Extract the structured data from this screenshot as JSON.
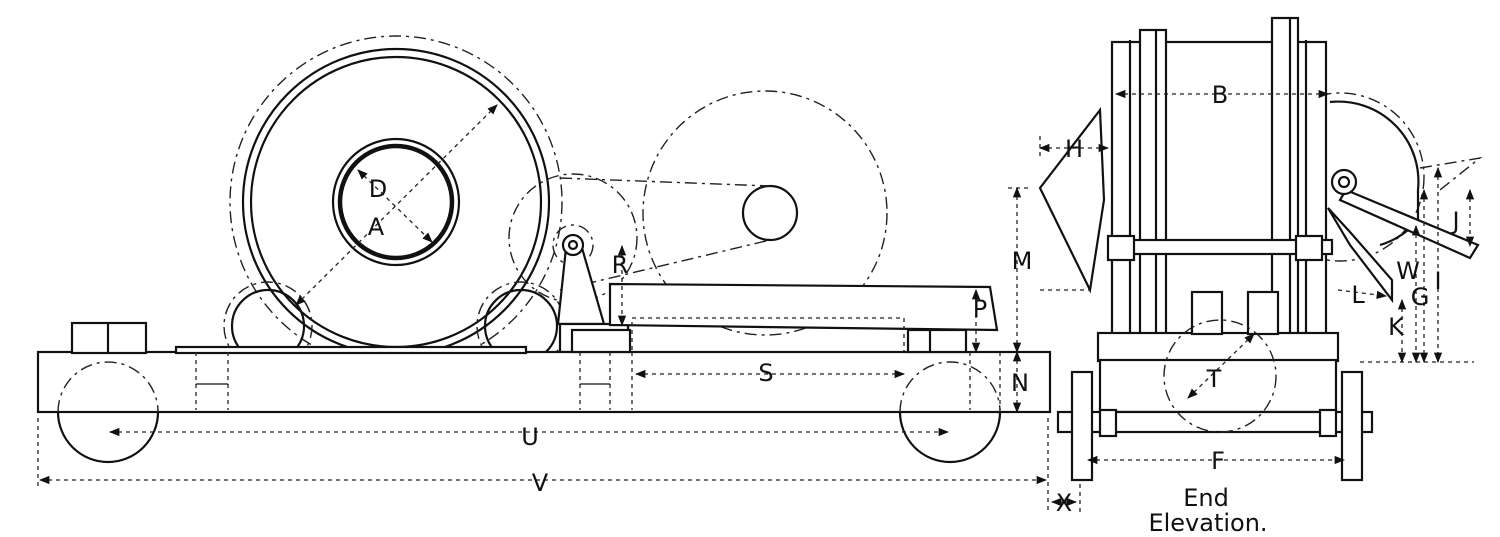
{
  "labels": {
    "A": "A",
    "B": "B",
    "D": "D",
    "F": "F",
    "G": "G",
    "H": "H",
    "I": "I",
    "J": "J",
    "K": "K",
    "L": "L",
    "M": "M",
    "N": "N",
    "P": "P",
    "R": "R",
    "S": "S",
    "T": "T",
    "U": "U",
    "V": "V",
    "W": "W",
    "X": "X"
  },
  "caption": {
    "line1": "End",
    "line2": "Elevation."
  }
}
